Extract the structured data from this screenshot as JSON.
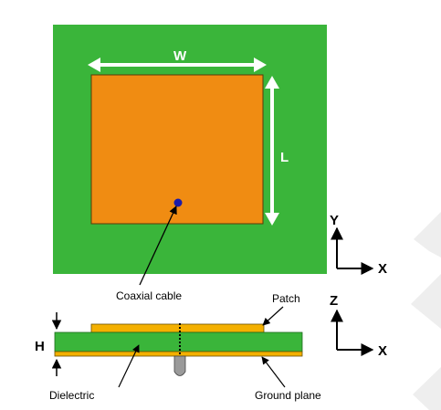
{
  "labels": {
    "width": "W",
    "length": "L",
    "coaxial_cable": "Coaxial cable",
    "patch": "Patch",
    "height": "H",
    "dielectric": "Dielectric",
    "ground_plane": "Ground plane",
    "top_axis_y": "Y",
    "top_axis_x": "X",
    "side_axis_z": "Z",
    "side_axis_x": "X"
  },
  "colors": {
    "substrate": "#3ab53a",
    "patch": "#f08c12",
    "patch_side": "#f4b000",
    "feed_point": "#1c1ca8",
    "connector": "#9a9a9a",
    "dimension_arrow": "#ffffff",
    "watermark": "#eaeaea"
  }
}
